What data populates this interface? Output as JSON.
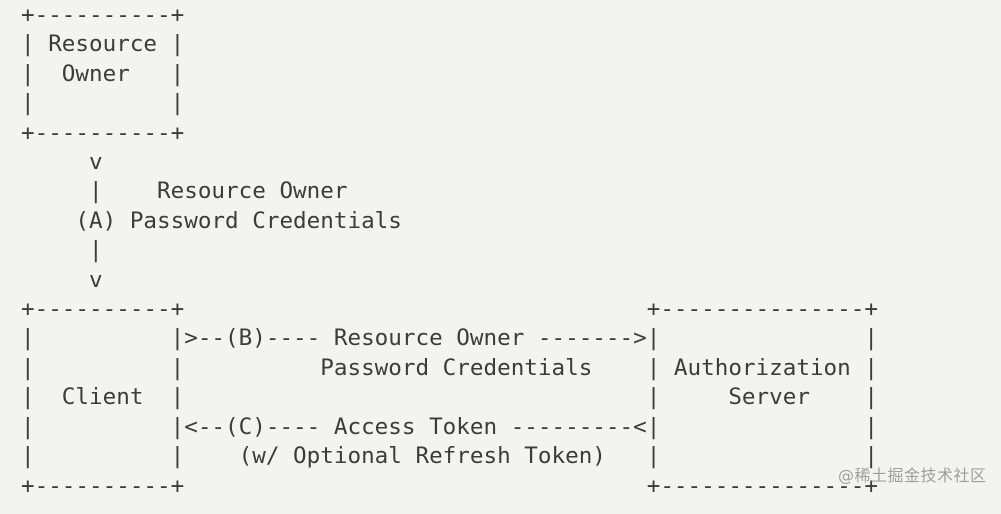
{
  "document": {
    "kind": "ascii-art-diagram",
    "title": "OAuth 2.0 Resource Owner Password Credentials Grant",
    "background_color": "#f3f4f2",
    "text_color": "#3b3c3b"
  },
  "nodes": {
    "resource_owner": {
      "label_line_1": "Resource",
      "label_line_2": "Owner",
      "border_top": "+----------+",
      "border_bottom": "+----------+"
    },
    "client": {
      "label": "Client",
      "border_top": "+----------+",
      "border_bottom": "+----------+"
    },
    "authorization_server": {
      "label_line_1": "Authorization",
      "label_line_2": "Server",
      "border_top": "+---------------+",
      "border_bottom": "+---------------+"
    }
  },
  "flows": {
    "a": {
      "marker": "(A)",
      "label_line_1": "Resource Owner",
      "label_line_2": "Password Credentials",
      "direction": "down"
    },
    "b": {
      "marker": "(B)",
      "label_line_1": "Resource Owner",
      "label_line_2": "Password Credentials",
      "direction": "right"
    },
    "c": {
      "marker": "(C)",
      "label_line_1": "Access Token",
      "label_line_2": "(w/ Optional Refresh Token)",
      "direction": "left"
    }
  },
  "art": {
    "lines": [
      "+----------+",
      "| Resource |",
      "|  Owner   |",
      "|          |",
      "+----------+",
      "     v",
      "     |    Resource Owner",
      "    (A) Password Credentials",
      "     |",
      "     v",
      "+----------+                                  +---------------+",
      "|          |>--(B)---- Resource Owner ------->|               |",
      "|          |          Password Credentials    | Authorization |",
      "|  Client  |                                  |     Server    |",
      "|          |<--(C)---- Access Token ---------<|               |",
      "|          |    (w/ Optional Refresh Token)   |               |",
      "+----------+                                  +---------------+"
    ],
    "full_text": "+----------+\n| Resource |\n|  Owner   |\n|          |\n+----------+\n     v\n     |    Resource Owner\n    (A) Password Credentials\n     |\n     v\n+----------+                                  +---------------+\n|          |>--(B)---- Resource Owner ------->|               |\n|          |          Password Credentials    | Authorization |\n|  Client  |                                  |     Server    |\n|          |<--(C)---- Access Token ---------<|               |\n|          |    (w/ Optional Refresh Token)   |               |\n+----------+                                  +---------------+"
  },
  "watermark": {
    "text": "@稀土掘金技术社区"
  }
}
